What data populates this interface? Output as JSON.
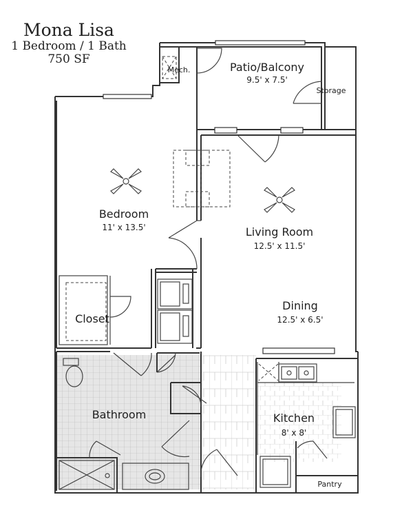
{
  "plan": {
    "name": "Mona Lisa",
    "type": "1 Bedroom / 1 Bath",
    "area": "750 SF"
  },
  "rooms": {
    "mech": {
      "label": "Mech."
    },
    "patio": {
      "label": "Patio/Balcony",
      "dims": "9.5' x 7.5'"
    },
    "storage": {
      "label": "Storage"
    },
    "bedroom": {
      "label": "Bedroom",
      "dims": "11' x 13.5'"
    },
    "living": {
      "label": "Living Room",
      "dims": "12.5' x 11.5'"
    },
    "dining": {
      "label": "Dining",
      "dims": "12.5' x 6.5'"
    },
    "closet": {
      "label": "Closet"
    },
    "bathroom": {
      "label": "Bathroom"
    },
    "kitchen": {
      "label": "Kitchen",
      "dims": "8' x 8'"
    },
    "pantry": {
      "label": "Pantry"
    }
  },
  "colors": {
    "wall": "#333333",
    "tile": "#e6e6e6"
  },
  "icons": [
    "ceiling-fan-icon",
    "sink-icon",
    "toilet-icon",
    "washer-dryer-icon"
  ]
}
